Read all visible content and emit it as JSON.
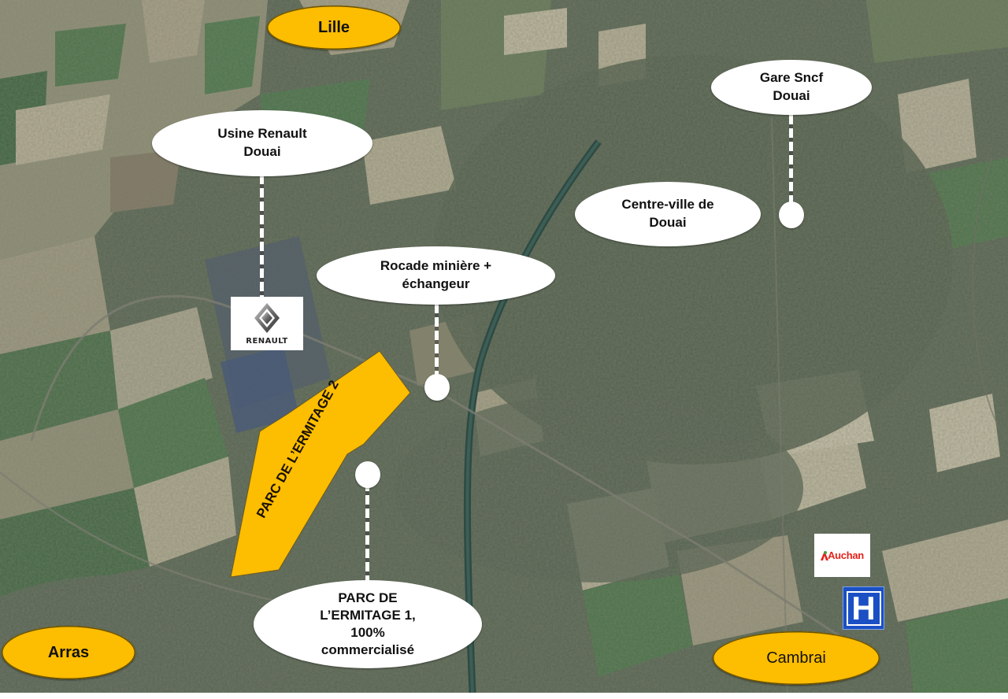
{
  "map": {
    "type": "satellite-annotated",
    "colors": {
      "city_label_fill": "#fdbd00",
      "poi_label_fill": "#ffffff",
      "zone_fill": "#fdbd00",
      "text": "#111111",
      "hospital_blue": "#1b4fc4",
      "auchan_red": "#e2231a"
    }
  },
  "cities": [
    {
      "id": "lille",
      "label": "Lille"
    },
    {
      "id": "arras",
      "label": "Arras"
    },
    {
      "id": "cambrai",
      "label": "Cambrai"
    }
  ],
  "pois": [
    {
      "id": "usine-renault",
      "label": "Usine Renault\nDouai"
    },
    {
      "id": "gare-sncf",
      "label": "Gare Sncf\nDouai"
    },
    {
      "id": "centre-ville",
      "label": "Centre-ville de\nDouai"
    },
    {
      "id": "rocade",
      "label": "Rocade minière +\néchangeur"
    },
    {
      "id": "ermitage-1",
      "label": "PARC DE\nL’ERMITAGE 1,\n100%\ncommercialisé"
    }
  ],
  "zone": {
    "label": "PARC DE L’ERMITAGE 2"
  },
  "logos": {
    "renault": {
      "text": "RENAULT",
      "icon": "renault-diamond-icon"
    },
    "auchan": {
      "text": "Auchan",
      "icon": "auchan-bird-icon"
    },
    "hospital": {
      "text": "H",
      "icon": "hospital-icon"
    }
  }
}
